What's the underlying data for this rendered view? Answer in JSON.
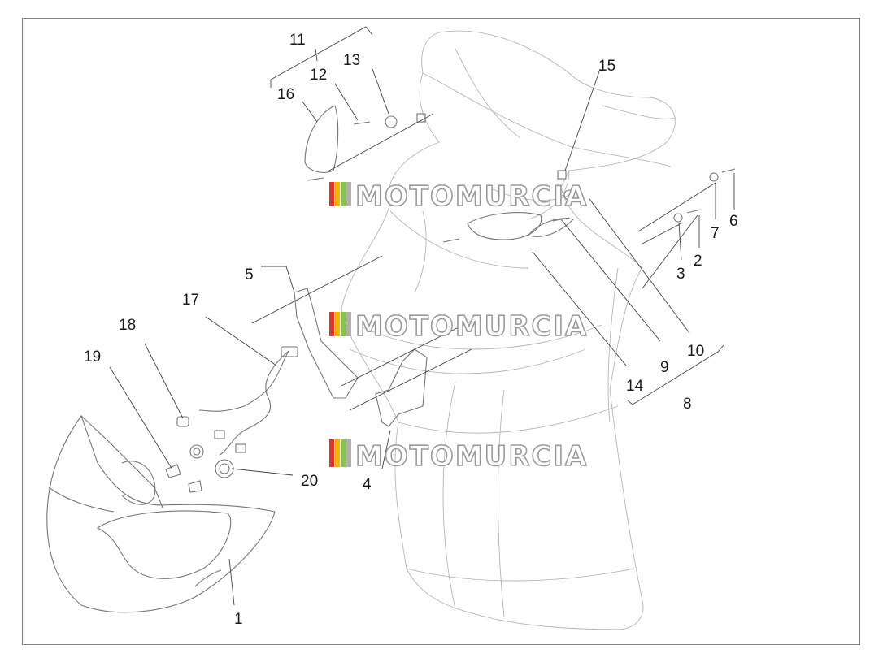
{
  "diagram": {
    "watermark_text": "MOTOMURCIA",
    "watermark_colors": [
      "#e6332a",
      "#f4b400",
      "#8bc34a",
      "#b0b0b0"
    ],
    "labels": [
      "1",
      "2",
      "3",
      "4",
      "5",
      "6",
      "7",
      "8",
      "9",
      "10",
      "11",
      "12",
      "13",
      "14",
      "15",
      "16",
      "17",
      "18",
      "19",
      "20"
    ]
  }
}
